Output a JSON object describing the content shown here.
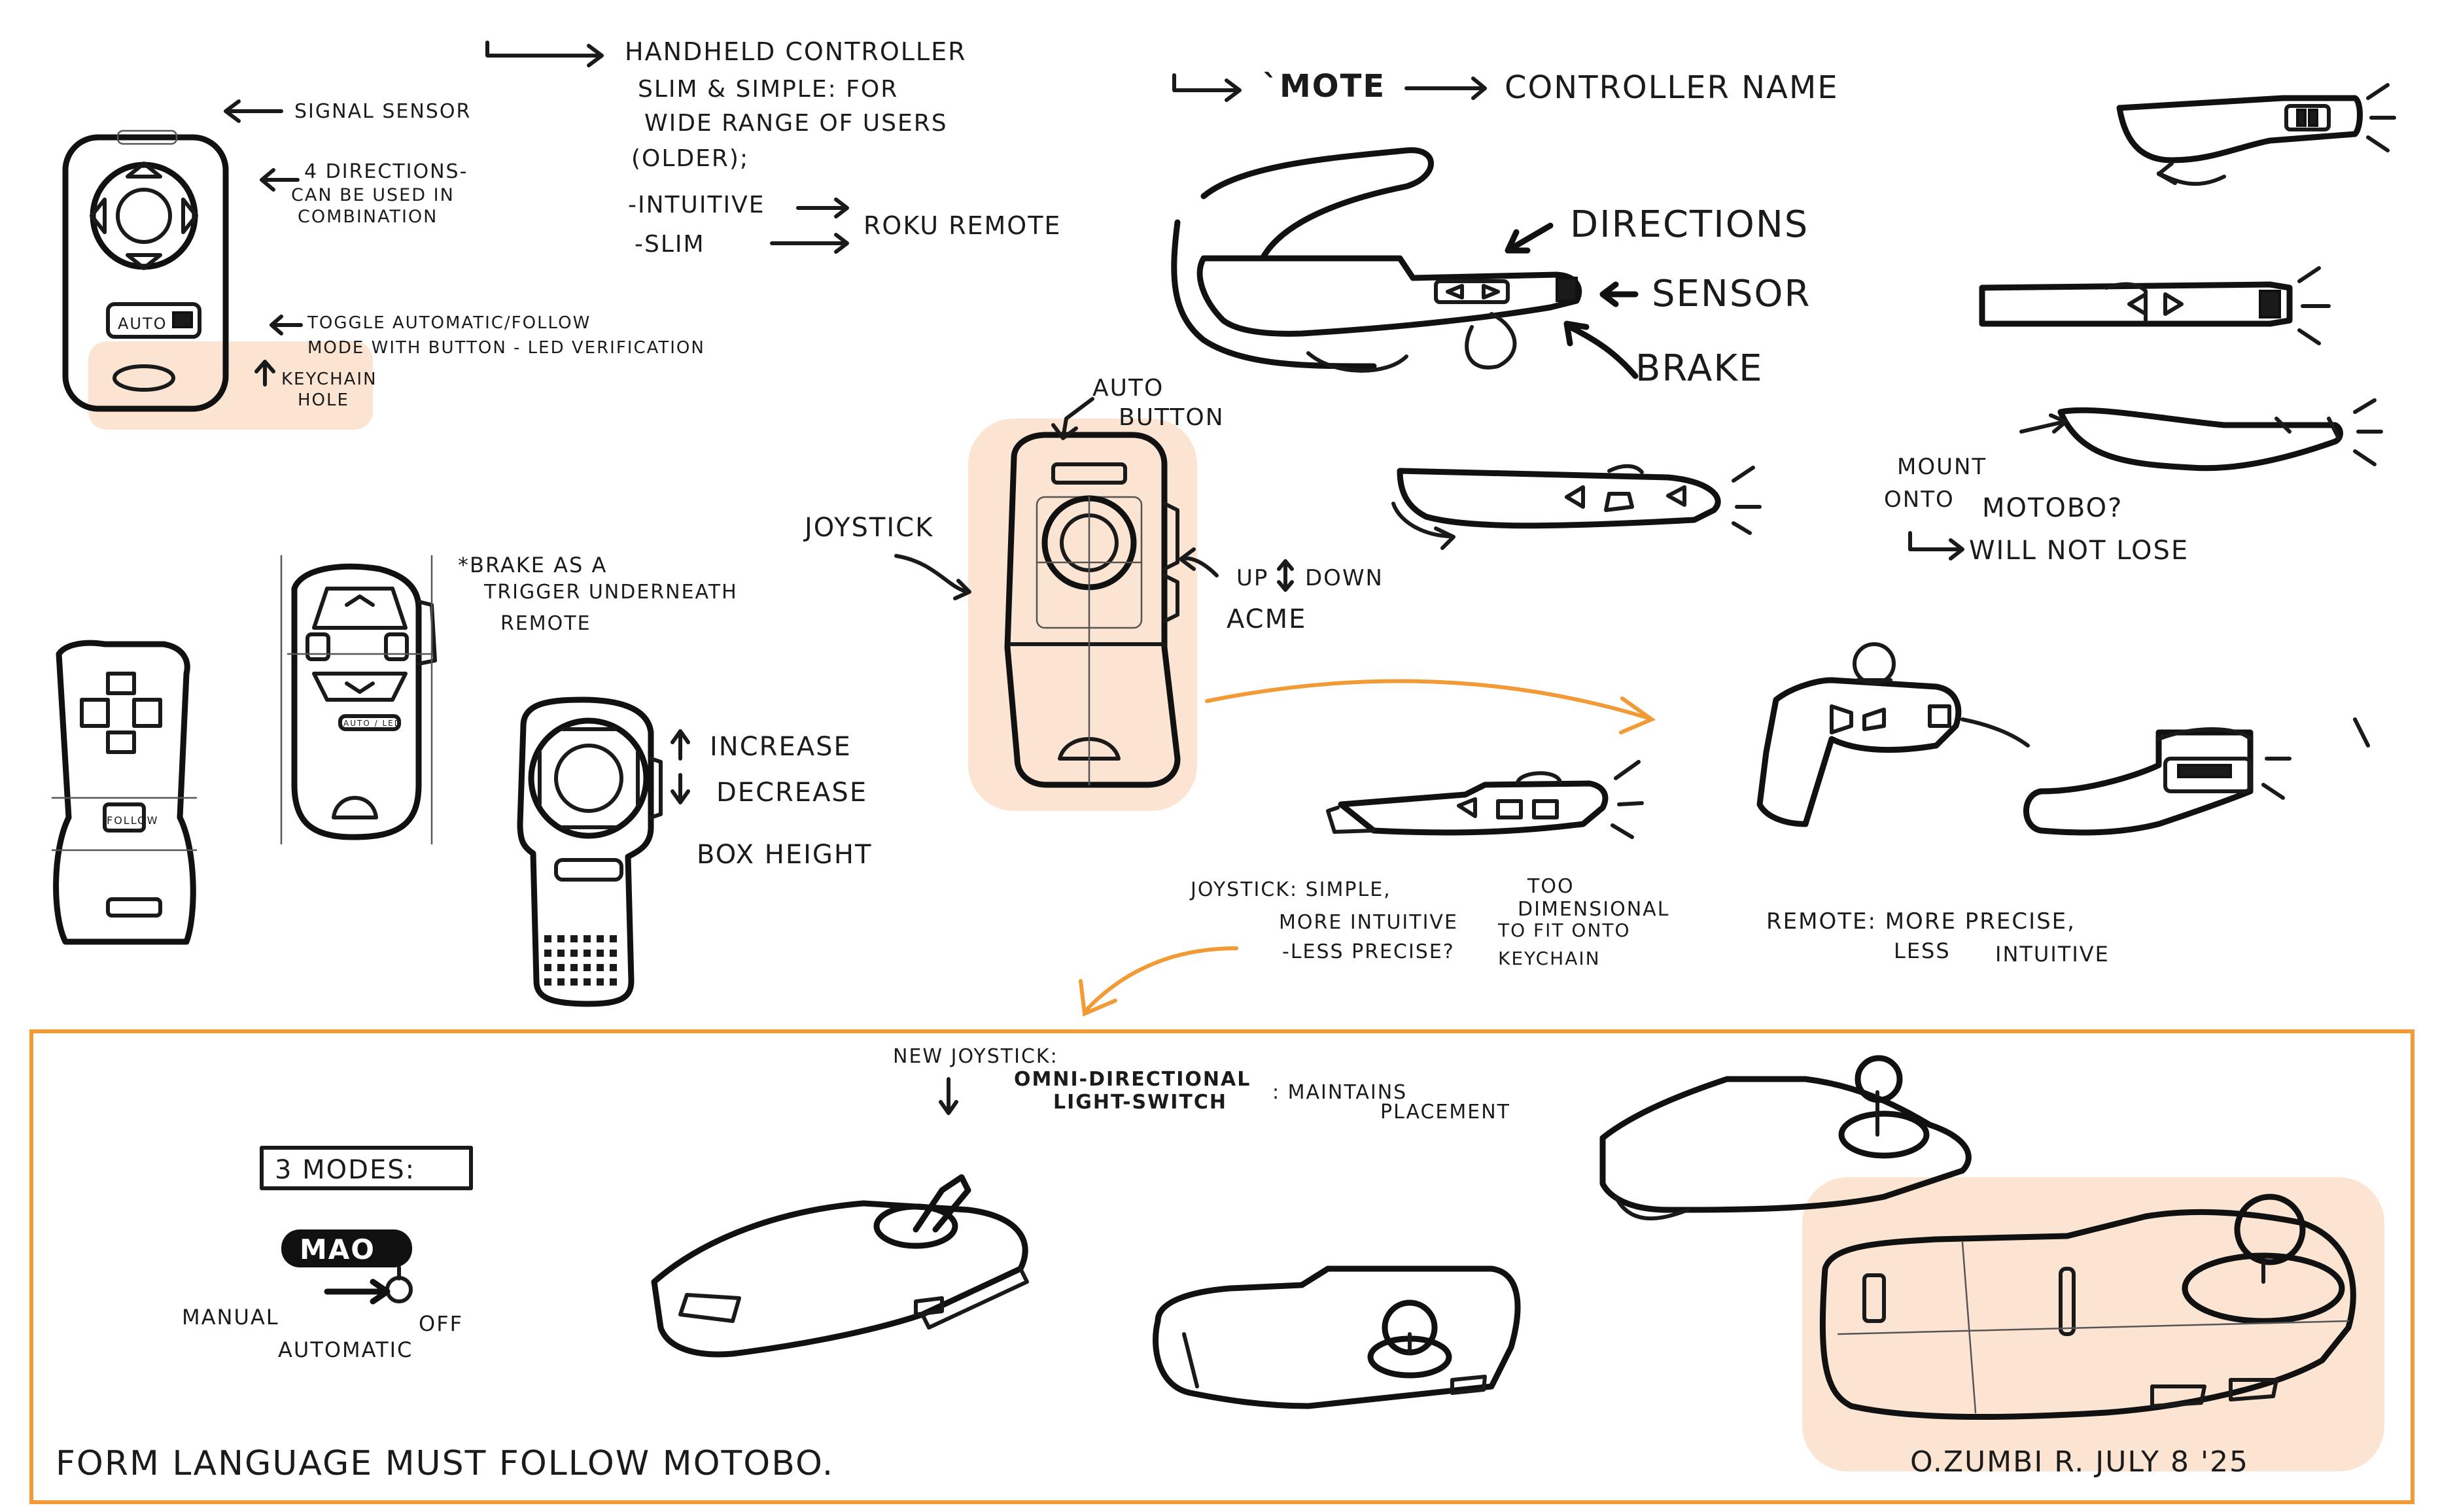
{
  "colors": {
    "ink": "#1a1a1a",
    "highlight": "#fbe5d2",
    "accent_orange": "#f29a36",
    "background": "#ffffff"
  },
  "top_notes": {
    "line1": "HANDHELD CONTROLLER",
    "line2": "SLIM & SIMPLE: FOR",
    "line3": "WIDE RANGE OF USERS",
    "line4": "(OLDER);",
    "line5": "-INTUITIVE",
    "line6": "-SLIM",
    "roku": "ROKU REMOTE"
  },
  "name_note": {
    "mote": "`MOTE",
    "controller_name": "CONTROLLER NAME"
  },
  "remote1": {
    "signal_sensor": "SIGNAL SENSOR",
    "directions_1": "4 DIRECTIONS-",
    "directions_2": "CAN BE USED IN",
    "directions_3": "COMBINATION",
    "auto_label": "AUTO",
    "toggle_1": "TOGGLE AUTOMATIC/FOLLOW",
    "toggle_2": "MODE WITH BUTTON - LED VERIFICATION",
    "keychain_1": "KEYCHAIN",
    "keychain_2": "HOLE"
  },
  "hand_callouts": {
    "directions": "DIRECTIONS",
    "sensor": "SENSOR",
    "brake": "BRAKE"
  },
  "joystick_remote": {
    "auto_button_1": "AUTO",
    "auto_button_2": "BUTTON",
    "joystick": "JOYSTICK",
    "up": "UP",
    "down": "DOWN",
    "acme": "ACME"
  },
  "mount_note": {
    "line1": "MOUNT",
    "line2": "ONTO",
    "line3": "MOTOBO?",
    "line4": "WILL NOT LOSE"
  },
  "brake_note": {
    "line1": "*BRAKE AS A",
    "line2": "TRIGGER UNDERNEATH",
    "line3": "REMOTE"
  },
  "small_labels": {
    "follow": "FOLLOW",
    "auto_small": "AUTO / LED"
  },
  "height_note": {
    "increase": "INCREASE",
    "decrease": "DECREASE",
    "box_height": "BOX HEIGHT"
  },
  "compare_note": {
    "joystick_1": "JOYSTICK: SIMPLE,",
    "joystick_2": "MORE INTUITIVE",
    "joystick_3": "-LESS PRECISE?",
    "too_1": "TOO",
    "too_2": "DIMENSIONAL",
    "too_3": "TO FIT ONTO",
    "too_4": "KEYCHAIN",
    "remote_1": "REMOTE: MORE PRECISE,",
    "remote_2": "LESS",
    "remote_3": "INTUITIVE"
  },
  "final_box": {
    "new_joystick": "NEW JOYSTICK:",
    "omni": "OMNI-DIRECTIONAL",
    "light_switch": "LIGHT-SWITCH",
    "maintains": ": MAINTAINS",
    "placement": "PLACEMENT",
    "modes_title": "3 MODES:",
    "mode_letters": "MAO",
    "manual": "MANUAL",
    "off": "OFF",
    "automatic": "AUTOMATIC",
    "form_language": "FORM LANGUAGE  MUST  FOLLOW  MOTOBO.",
    "signature": "O.ZUMBI R.  JULY 8 '25"
  }
}
